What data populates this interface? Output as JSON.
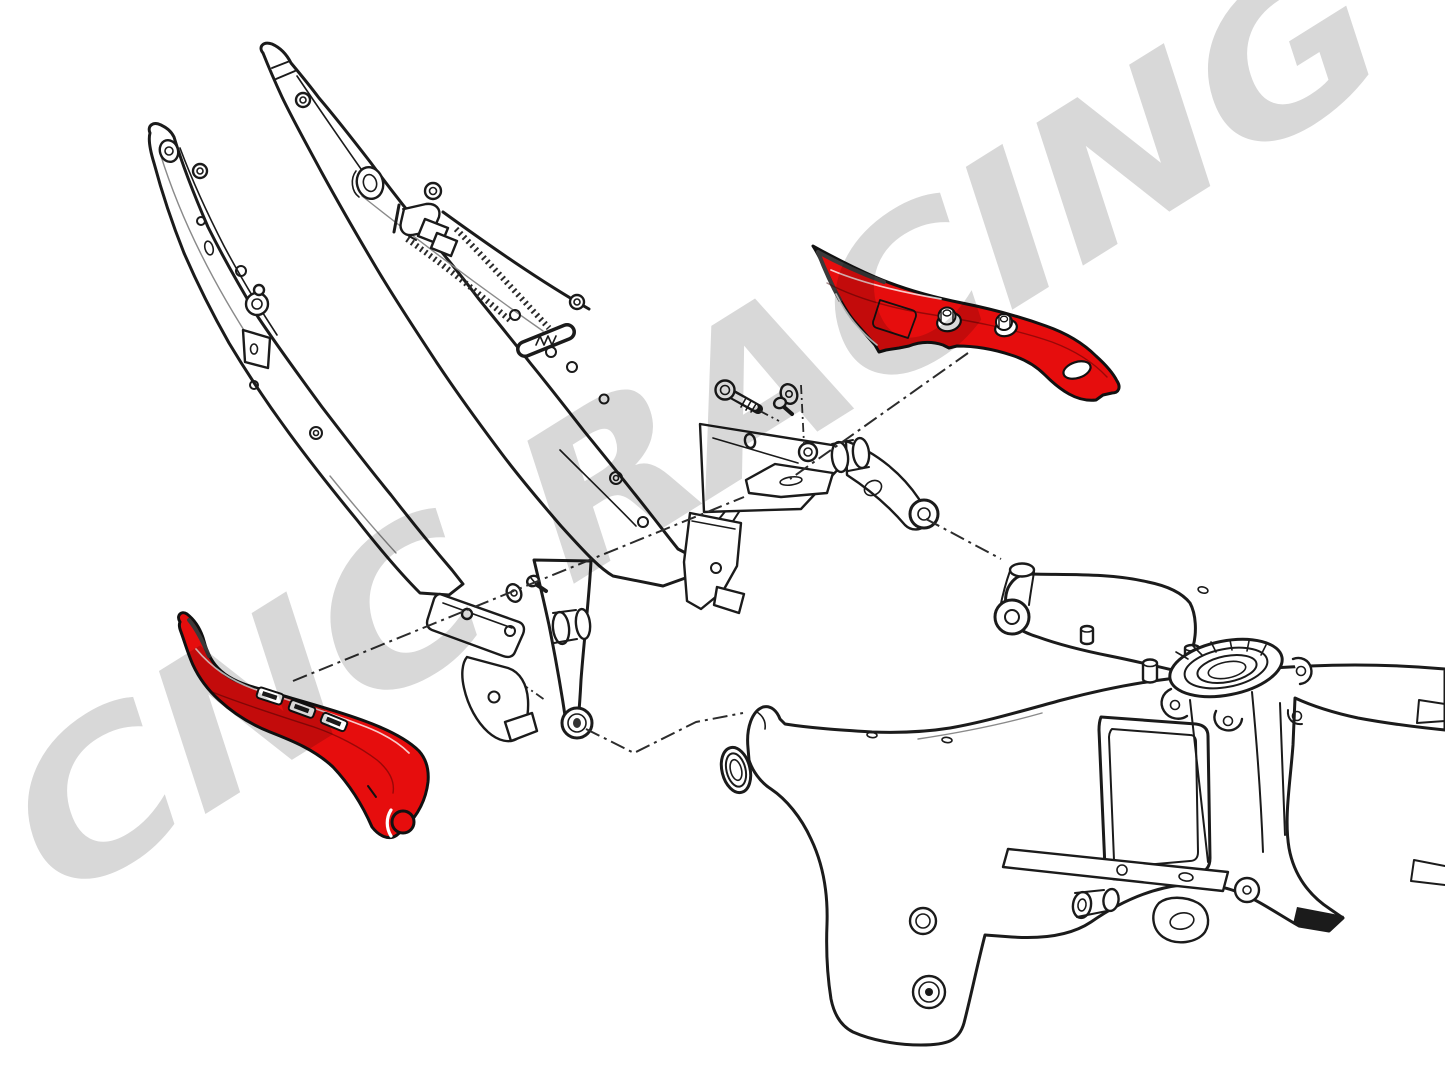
{
  "watermark": {
    "text": "CNC RACING",
    "color": "#d8d8d8"
  },
  "colors": {
    "background": "#ffffff",
    "line": "#1b1b1b",
    "highlight": "#e60d0d"
  },
  "diagram": {
    "kind": "exploded-parts-illustration",
    "subject": "motorcycle rear subframe and frame with two highlighted side covers",
    "highlighted_parts": [
      "left-frame-cover",
      "right-frame-cover"
    ],
    "fastener_icons": [
      "socket-head-bolt-icon",
      "washer-icon",
      "countersunk-screw-icon",
      "cover-mounting-bolt-icon"
    ],
    "leader_line_style": "dash-dot"
  }
}
